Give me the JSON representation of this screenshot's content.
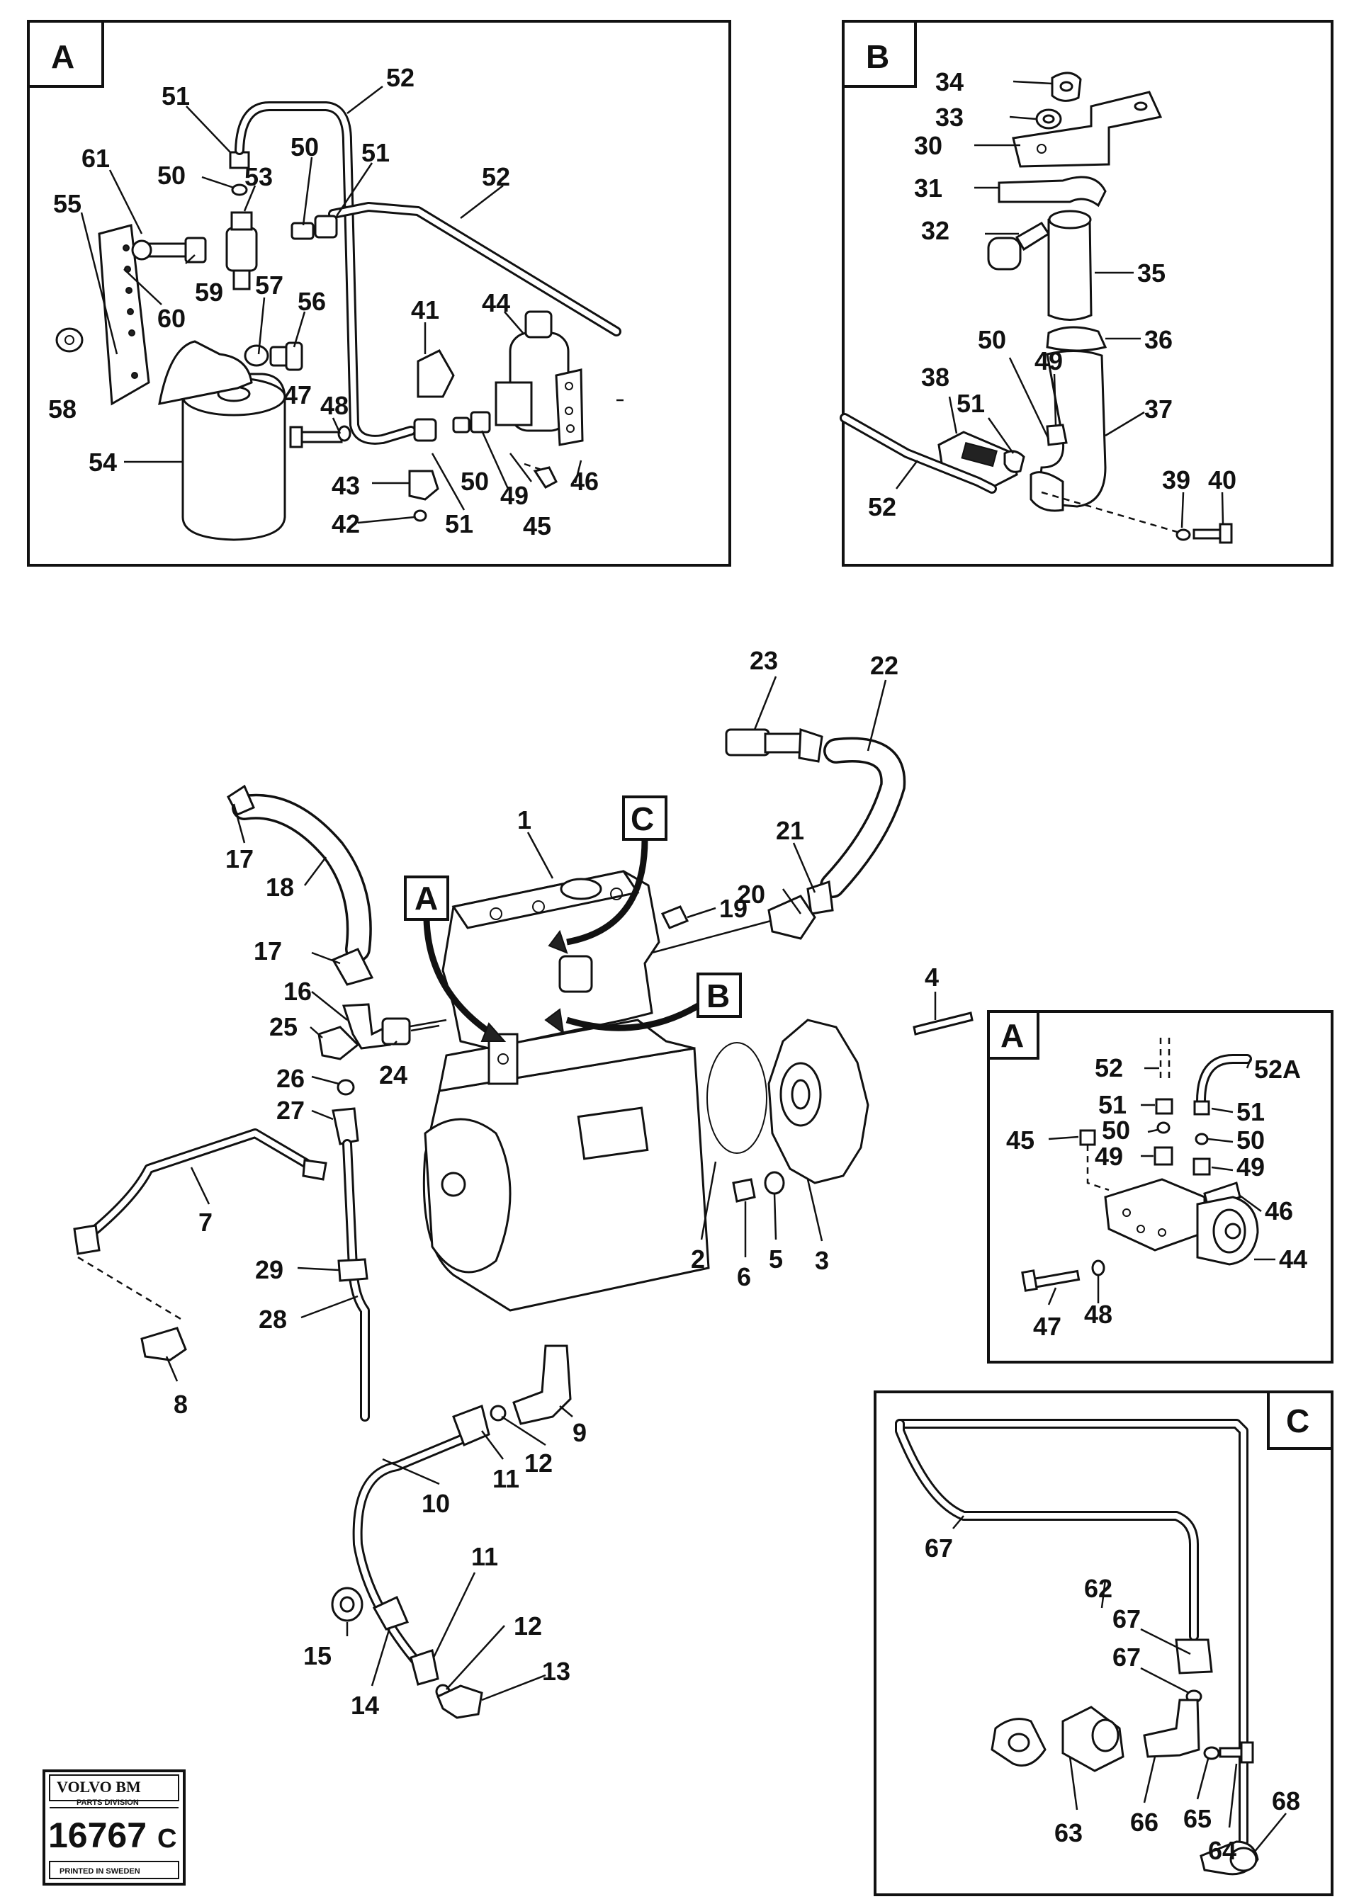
{
  "detail_tags": {
    "a_top": "A",
    "b_top": "B",
    "a_right": "A",
    "c_right": "C",
    "a_main": "A",
    "b_main": "B",
    "c_main": "C"
  },
  "callouts_detail_a_top": [
    "51",
    "52",
    "61",
    "50",
    "53",
    "50",
    "51",
    "52",
    "55",
    "59",
    "57",
    "56",
    "60",
    "41",
    "44",
    "58",
    "47",
    "48",
    "54",
    "43",
    "50",
    "49",
    "46",
    "42",
    "51",
    "45"
  ],
  "callouts_detail_b_top": [
    "34",
    "33",
    "30",
    "31",
    "32",
    "35",
    "36",
    "50",
    "49",
    "38",
    "37",
    "51",
    "39",
    "40",
    "52"
  ],
  "callouts_main": [
    "23",
    "22",
    "1",
    "17",
    "21",
    "18",
    "20",
    "19",
    "17",
    "16",
    "4",
    "25",
    "24",
    "26",
    "27",
    "7",
    "2",
    "6",
    "5",
    "3",
    "29",
    "28",
    "8",
    "9",
    "12",
    "11",
    "10",
    "11",
    "12",
    "15",
    "13",
    "14"
  ],
  "callouts_detail_a_right": [
    "52",
    "52A",
    "51",
    "51",
    "45",
    "50",
    "50",
    "49",
    "49",
    "46",
    "44",
    "47",
    "48"
  ],
  "callouts_detail_c": [
    "67",
    "62",
    "67",
    "67",
    "63",
    "66",
    "65",
    "64",
    "68"
  ],
  "logo": {
    "brand": "VOLVO BM",
    "division": "PARTS DIVISION",
    "number": "16767",
    "suffix": "C",
    "footer": "PRINTED IN SWEDEN"
  }
}
